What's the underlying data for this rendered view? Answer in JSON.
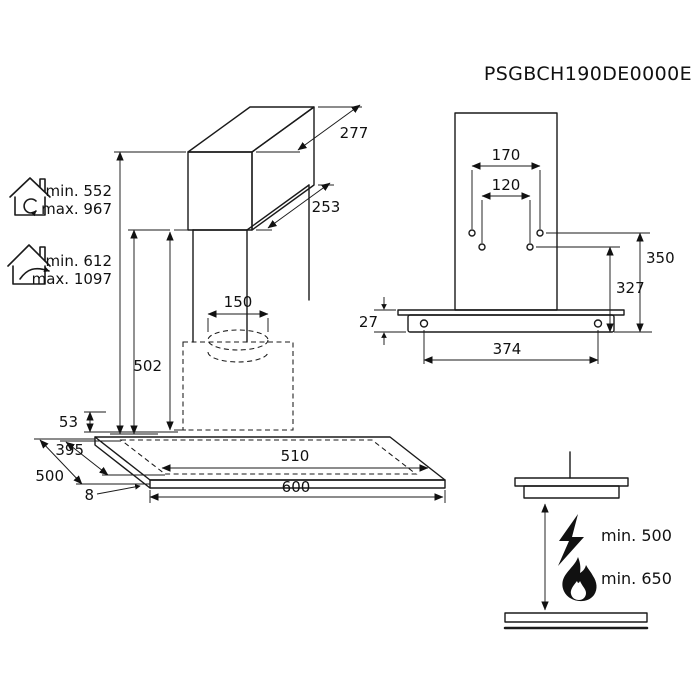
{
  "product_code": "PSGBCH190DE0000E",
  "isometric": {
    "dim_277": "277",
    "dim_253": "253",
    "dim_150": "150",
    "dim_502": "502",
    "dim_53": "53",
    "dim_395": "395",
    "dim_500": "500",
    "dim_8": "8",
    "dim_510": "510",
    "dim_600": "600"
  },
  "height_modes": {
    "recirculation": {
      "min": "min. 552",
      "max": "max. 967"
    },
    "extraction": {
      "min": "min. 612",
      "max": "max. 1097"
    }
  },
  "mounting": {
    "dim_170": "170",
    "dim_120": "120",
    "dim_350": "350",
    "dim_327": "327",
    "dim_27": "27",
    "dim_374": "374"
  },
  "clearance": {
    "electric_min": "min. 500",
    "gas_min": "min. 650"
  }
}
